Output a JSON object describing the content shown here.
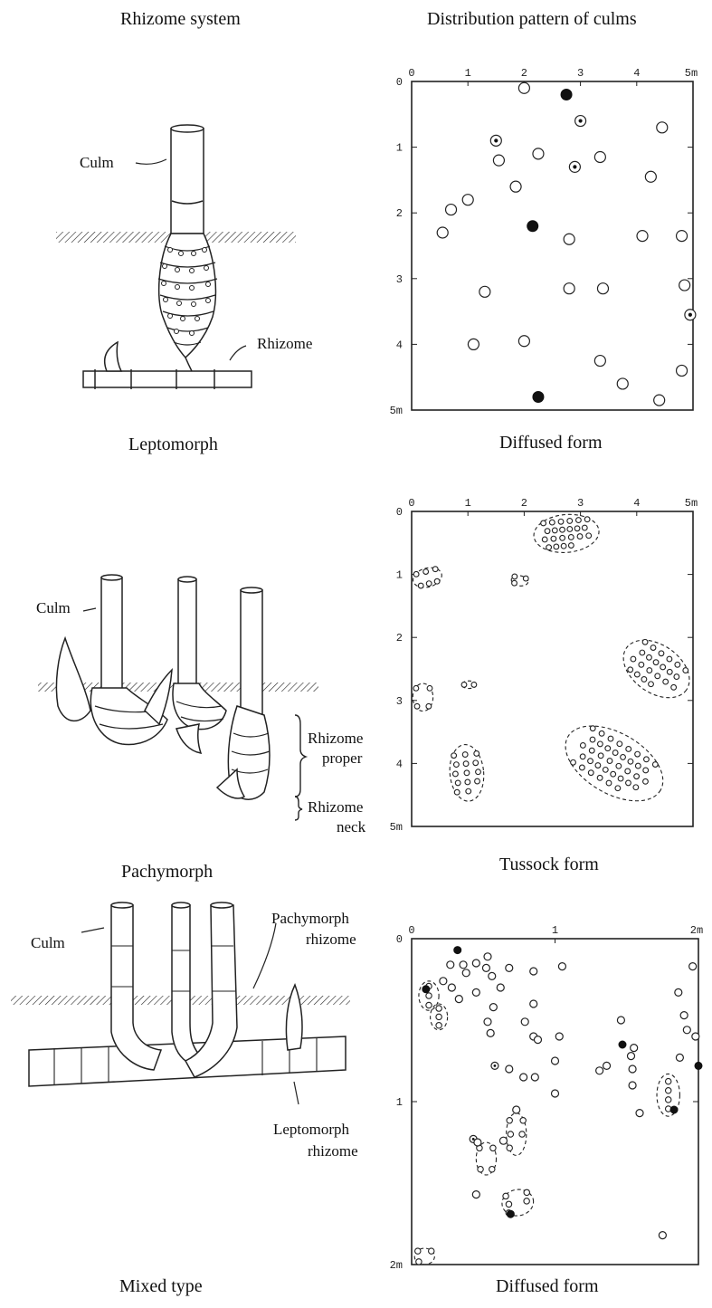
{
  "headers": {
    "left": "Rhizome system",
    "right": "Distribution pattern of culms"
  },
  "panels": [
    {
      "caption_left": "Leptomorph",
      "caption_right": "Diffused form",
      "labels": {
        "culm": "Culm",
        "rhizome": "Rhizome"
      }
    },
    {
      "caption_left": "Pachymorph",
      "caption_right": "Tussock form",
      "labels": {
        "culm": "Culm",
        "rhizome_proper_1": "Rhizome",
        "rhizome_proper_2": "proper",
        "rhizome_neck_1": "Rhizome",
        "rhizome_neck_2": "neck"
      }
    },
    {
      "caption_left": "Mixed type",
      "caption_right": "Diffused form",
      "labels": {
        "culm": "Culm",
        "pachy_1": "Pachymorph",
        "pachy_2": "rhizome",
        "lepto_1": "Leptomorph",
        "lepto_2": "rhizome"
      }
    }
  ],
  "chart_data": [
    {
      "type": "scatter",
      "title": "Diffused form",
      "x_ticks": [
        "0",
        "1",
        "2",
        "3",
        "4",
        "5m"
      ],
      "y_ticks": [
        "0",
        "1",
        "2",
        "3",
        "4",
        "5m"
      ],
      "xlim": [
        0,
        5
      ],
      "ylim": [
        0,
        5
      ],
      "y_inverted": true,
      "points": [
        {
          "x": 2.0,
          "y": 0.1,
          "k": "o"
        },
        {
          "x": 2.75,
          "y": 0.2,
          "k": "f"
        },
        {
          "x": 3.0,
          "y": 0.6,
          "k": "d"
        },
        {
          "x": 4.45,
          "y": 0.7,
          "k": "o"
        },
        {
          "x": 1.5,
          "y": 0.9,
          "k": "d"
        },
        {
          "x": 1.55,
          "y": 1.2,
          "k": "o"
        },
        {
          "x": 2.25,
          "y": 1.1,
          "k": "o"
        },
        {
          "x": 2.9,
          "y": 1.3,
          "k": "d"
        },
        {
          "x": 3.35,
          "y": 1.15,
          "k": "o"
        },
        {
          "x": 4.25,
          "y": 1.45,
          "k": "o"
        },
        {
          "x": 1.85,
          "y": 1.6,
          "k": "o"
        },
        {
          "x": 1.0,
          "y": 1.8,
          "k": "o"
        },
        {
          "x": 0.7,
          "y": 1.95,
          "k": "o"
        },
        {
          "x": 0.55,
          "y": 2.3,
          "k": "o"
        },
        {
          "x": 2.15,
          "y": 2.2,
          "k": "f"
        },
        {
          "x": 2.8,
          "y": 2.4,
          "k": "o"
        },
        {
          "x": 4.1,
          "y": 2.35,
          "k": "o"
        },
        {
          "x": 4.8,
          "y": 2.35,
          "k": "o"
        },
        {
          "x": 1.3,
          "y": 3.2,
          "k": "o"
        },
        {
          "x": 2.8,
          "y": 3.15,
          "k": "o"
        },
        {
          "x": 3.4,
          "y": 3.15,
          "k": "o"
        },
        {
          "x": 4.85,
          "y": 3.1,
          "k": "o"
        },
        {
          "x": 4.95,
          "y": 3.55,
          "k": "d"
        },
        {
          "x": 1.1,
          "y": 4.0,
          "k": "o"
        },
        {
          "x": 2.0,
          "y": 3.95,
          "k": "o"
        },
        {
          "x": 3.35,
          "y": 4.25,
          "k": "o"
        },
        {
          "x": 3.75,
          "y": 4.6,
          "k": "o"
        },
        {
          "x": 4.8,
          "y": 4.4,
          "k": "o"
        },
        {
          "x": 4.4,
          "y": 4.85,
          "k": "o"
        },
        {
          "x": 2.25,
          "y": 4.8,
          "k": "f"
        }
      ]
    },
    {
      "type": "scatter",
      "title": "Tussock form",
      "x_ticks": [
        "0",
        "1",
        "2",
        "3",
        "4",
        "5m"
      ],
      "y_ticks": [
        "0",
        "1",
        "2",
        "3",
        "4",
        "5m"
      ],
      "xlim": [
        0,
        5
      ],
      "ylim": [
        0,
        5
      ],
      "y_inverted": true,
      "clumps": [
        {
          "cx": 2.75,
          "cy": 0.35,
          "rx": 0.58,
          "ry": 0.3,
          "rot": -5,
          "n": 22
        },
        {
          "cx": 0.28,
          "cy": 1.05,
          "rx": 0.26,
          "ry": 0.15,
          "rot": -15,
          "n": 6
        },
        {
          "cx": 1.92,
          "cy": 1.1,
          "rx": 0.15,
          "ry": 0.08,
          "rot": 10,
          "n": 3
        },
        {
          "cx": 4.35,
          "cy": 2.5,
          "rx": 0.65,
          "ry": 0.38,
          "rot": 35,
          "n": 22
        },
        {
          "cx": 0.2,
          "cy": 2.95,
          "rx": 0.18,
          "ry": 0.22,
          "rot": 0,
          "n": 4
        },
        {
          "cx": 1.02,
          "cy": 2.75,
          "rx": 0.13,
          "ry": 0.06,
          "rot": 0,
          "n": 2
        },
        {
          "cx": 3.6,
          "cy": 4.0,
          "rx": 0.95,
          "ry": 0.48,
          "rot": 30,
          "n": 38
        },
        {
          "cx": 0.98,
          "cy": 4.15,
          "rx": 0.3,
          "ry": 0.45,
          "rot": -5,
          "n": 14
        }
      ]
    },
    {
      "type": "scatter",
      "title": "Diffused form",
      "x_ticks": [
        "0",
        "1",
        "2m"
      ],
      "y_ticks": [
        "0",
        "1",
        "2m"
      ],
      "xlim": [
        0,
        2
      ],
      "ylim": [
        0,
        2
      ],
      "y_inverted": true,
      "clumps": [
        {
          "cx": 0.12,
          "cy": 0.35,
          "rx": 0.07,
          "ry": 0.09,
          "rot": 0,
          "n": 3
        },
        {
          "cx": 0.19,
          "cy": 0.48,
          "rx": 0.06,
          "ry": 0.08,
          "rot": 0,
          "n": 3
        },
        {
          "cx": 0.73,
          "cy": 1.2,
          "rx": 0.07,
          "ry": 0.13,
          "rot": 0,
          "n": 5
        },
        {
          "cx": 0.52,
          "cy": 1.35,
          "rx": 0.07,
          "ry": 0.1,
          "rot": 0,
          "n": 4
        },
        {
          "cx": 0.74,
          "cy": 1.62,
          "rx": 0.11,
          "ry": 0.08,
          "rot": -10,
          "n": 5
        },
        {
          "cx": 1.79,
          "cy": 0.96,
          "rx": 0.08,
          "ry": 0.13,
          "rot": 0,
          "n": 4
        },
        {
          "cx": 0.09,
          "cy": 1.95,
          "rx": 0.07,
          "ry": 0.05,
          "rot": 0,
          "n": 3
        }
      ],
      "points": [
        {
          "x": 0.32,
          "y": 0.07,
          "k": "f"
        },
        {
          "x": 0.1,
          "y": 0.31,
          "k": "f"
        },
        {
          "x": 0.22,
          "y": 0.26,
          "k": "o"
        },
        {
          "x": 0.27,
          "y": 0.16,
          "k": "o"
        },
        {
          "x": 0.28,
          "y": 0.3,
          "k": "o"
        },
        {
          "x": 0.33,
          "y": 0.37,
          "k": "o"
        },
        {
          "x": 0.36,
          "y": 0.16,
          "k": "o"
        },
        {
          "x": 0.38,
          "y": 0.21,
          "k": "o"
        },
        {
          "x": 0.45,
          "y": 0.15,
          "k": "o"
        },
        {
          "x": 0.45,
          "y": 0.33,
          "k": "o"
        },
        {
          "x": 0.52,
          "y": 0.18,
          "k": "o"
        },
        {
          "x": 0.56,
          "y": 0.23,
          "k": "o"
        },
        {
          "x": 0.53,
          "y": 0.11,
          "k": "o"
        },
        {
          "x": 0.57,
          "y": 0.42,
          "k": "o"
        },
        {
          "x": 0.62,
          "y": 0.3,
          "k": "o"
        },
        {
          "x": 0.68,
          "y": 0.18,
          "k": "o"
        },
        {
          "x": 0.55,
          "y": 0.58,
          "k": "o"
        },
        {
          "x": 0.58,
          "y": 0.78,
          "k": "d"
        },
        {
          "x": 0.53,
          "y": 0.51,
          "k": "o"
        },
        {
          "x": 0.68,
          "y": 0.8,
          "k": "o"
        },
        {
          "x": 0.79,
          "y": 0.51,
          "k": "o"
        },
        {
          "x": 0.78,
          "y": 0.85,
          "k": "o"
        },
        {
          "x": 0.85,
          "y": 0.2,
          "k": "o"
        },
        {
          "x": 0.85,
          "y": 0.4,
          "k": "o"
        },
        {
          "x": 0.85,
          "y": 0.6,
          "k": "o"
        },
        {
          "x": 0.86,
          "y": 0.85,
          "k": "o"
        },
        {
          "x": 0.88,
          "y": 0.62,
          "k": "o"
        },
        {
          "x": 1.0,
          "y": 0.75,
          "k": "o"
        },
        {
          "x": 1.03,
          "y": 0.6,
          "k": "o"
        },
        {
          "x": 1.05,
          "y": 0.17,
          "k": "o"
        },
        {
          "x": 1.0,
          "y": 0.95,
          "k": "o"
        },
        {
          "x": 0.73,
          "y": 1.05,
          "k": "o"
        },
        {
          "x": 0.64,
          "y": 1.24,
          "k": "o"
        },
        {
          "x": 0.43,
          "y": 1.23,
          "k": "d"
        },
        {
          "x": 0.46,
          "y": 1.25,
          "k": "o"
        },
        {
          "x": 0.45,
          "y": 1.57,
          "k": "o"
        },
        {
          "x": 0.69,
          "y": 1.69,
          "k": "f"
        },
        {
          "x": 1.31,
          "y": 0.81,
          "k": "o"
        },
        {
          "x": 1.36,
          "y": 0.78,
          "k": "o"
        },
        {
          "x": 1.46,
          "y": 0.5,
          "k": "o"
        },
        {
          "x": 1.47,
          "y": 0.65,
          "k": "f"
        },
        {
          "x": 1.53,
          "y": 0.72,
          "k": "o"
        },
        {
          "x": 1.55,
          "y": 0.67,
          "k": "o"
        },
        {
          "x": 1.54,
          "y": 0.9,
          "k": "o"
        },
        {
          "x": 1.59,
          "y": 1.07,
          "k": "o"
        },
        {
          "x": 1.54,
          "y": 0.8,
          "k": "o"
        },
        {
          "x": 1.83,
          "y": 1.05,
          "k": "f"
        },
        {
          "x": 1.86,
          "y": 0.33,
          "k": "o"
        },
        {
          "x": 1.9,
          "y": 0.47,
          "k": "o"
        },
        {
          "x": 1.92,
          "y": 0.56,
          "k": "o"
        },
        {
          "x": 1.87,
          "y": 0.73,
          "k": "o"
        },
        {
          "x": 1.96,
          "y": 0.17,
          "k": "o"
        },
        {
          "x": 1.98,
          "y": 0.6,
          "k": "o"
        },
        {
          "x": 2.0,
          "y": 0.78,
          "k": "f"
        },
        {
          "x": 1.75,
          "y": 1.82,
          "k": "o"
        }
      ]
    }
  ]
}
